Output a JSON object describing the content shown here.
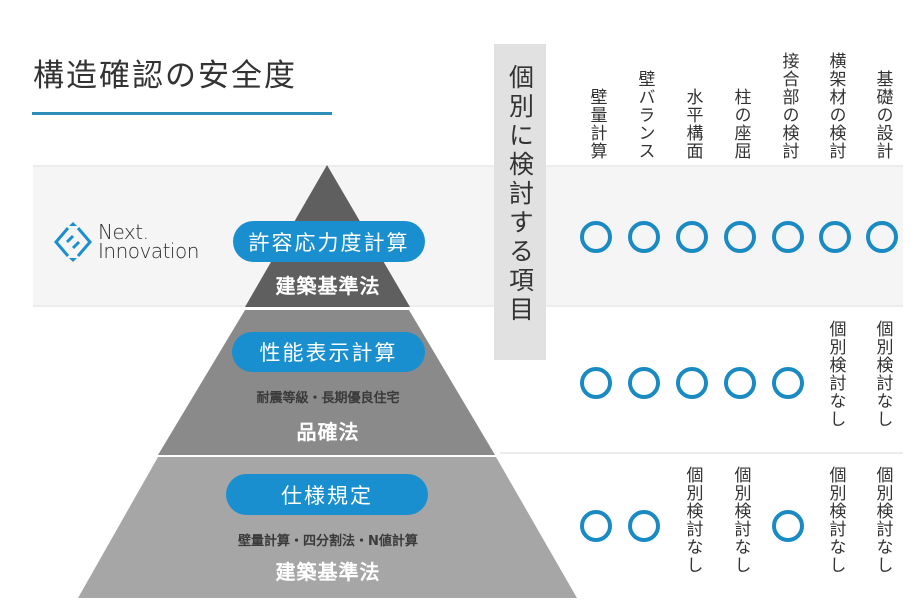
{
  "title": "構造確認の安全度",
  "side_label": "個別に検討する項目",
  "brand": {
    "line1": "Next.",
    "line2": "Innovation",
    "accent_color": "#1a8fcf"
  },
  "colors": {
    "accent": "#1a8fcf",
    "circle": "#1a8ac4",
    "tier1": "#5f5f5f",
    "tier2": "#8a8a8a",
    "tier3": "#a6a6a6",
    "band": "#f5f5f5"
  },
  "columns": [
    {
      "label": "壁量計算"
    },
    {
      "label": "壁バランス"
    },
    {
      "label": "水平構面"
    },
    {
      "label": "柱の座屈"
    },
    {
      "label": "接合部の検討"
    },
    {
      "label": "横架材の検討"
    },
    {
      "label": "基礎の設計"
    }
  ],
  "tiers": [
    {
      "method": "許容応力度計算",
      "detail": "",
      "law": "建築基準法",
      "checks": [
        "○",
        "○",
        "○",
        "○",
        "○",
        "○",
        "○"
      ]
    },
    {
      "method": "性能表示計算",
      "detail": "耐震等級・長期優良住宅",
      "law": "品確法",
      "checks": [
        "○",
        "○",
        "○",
        "○",
        "○",
        "個別検討なし",
        "個別検討なし"
      ]
    },
    {
      "method": "仕様規定",
      "detail": "壁量計算・四分割法・N値計算",
      "law": "建築基準法",
      "checks": [
        "○",
        "○",
        "個別検討なし",
        "個別検討なし",
        "○",
        "個別検討なし",
        "個別検討なし"
      ]
    }
  ]
}
